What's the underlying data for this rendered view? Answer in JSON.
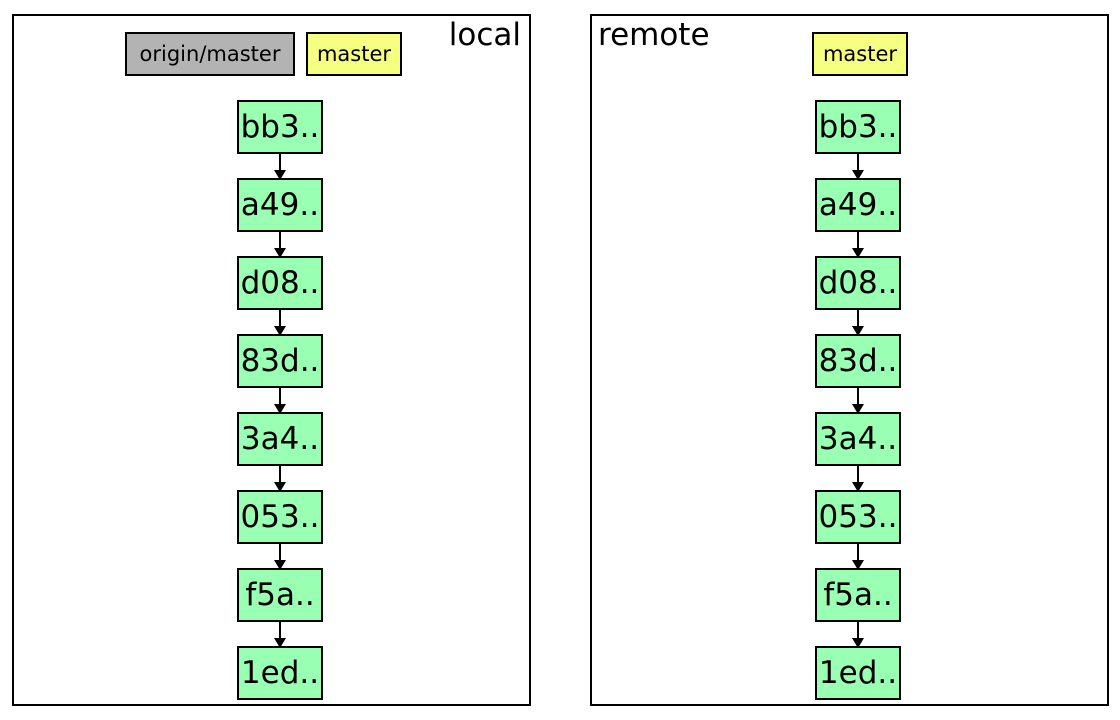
{
  "local": {
    "label": "local",
    "refs": [
      {
        "label": "origin/master",
        "kind": "remote-tracking",
        "color": "#b3b3b3"
      },
      {
        "label": "master",
        "kind": "branch",
        "color": "#f5ff80"
      }
    ],
    "commits": [
      "bb3..",
      "a49..",
      "d08..",
      "83d..",
      "3a4..",
      "053..",
      "f5a..",
      "1ed.."
    ]
  },
  "remote": {
    "label": "remote",
    "refs": [
      {
        "label": "master",
        "kind": "branch",
        "color": "#f5ff80"
      }
    ],
    "commits": [
      "bb3..",
      "a49..",
      "d08..",
      "83d..",
      "3a4..",
      "053..",
      "f5a..",
      "1ed.."
    ]
  },
  "colors": {
    "commit_fill": "#99ffb3",
    "branch_fill": "#f5ff80",
    "remote_tracking_fill": "#b3b3b3",
    "border": "#000000"
  }
}
